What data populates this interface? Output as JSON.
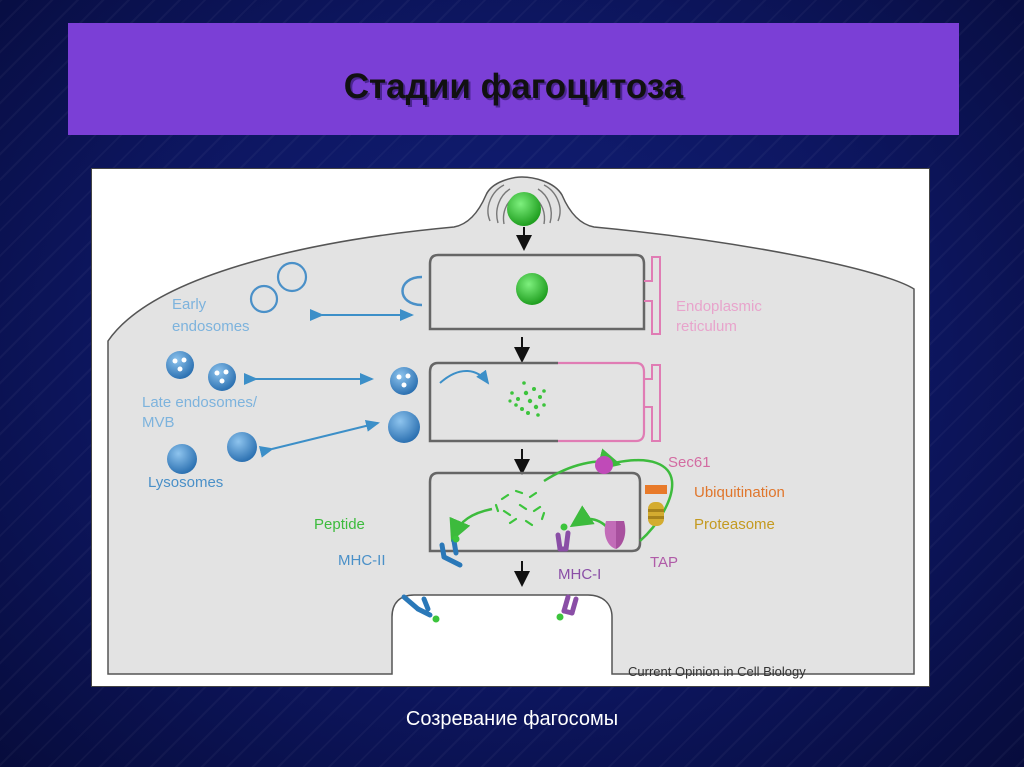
{
  "slide": {
    "title": "Стадии фагоцитоза",
    "caption": "Созревание фагосомы"
  },
  "diagram": {
    "labels": {
      "early_endosomes_1": "Early",
      "early_endosomes_2": "endosomes",
      "er_1": "Endoplasmic",
      "er_2": "reticulum",
      "late_endosomes_1": "Late endosomes/",
      "late_endosomes_2": "MVB",
      "lysosomes": "Lysosomes",
      "sec61": "Sec61",
      "ubiquitination": "Ubiquitination",
      "proteasome": "Proteasome",
      "peptide": "Peptide",
      "mhc_ii": "MHC-II",
      "mhc_i": "MHC-I",
      "tap": "TAP",
      "credit": "Current Opinion in Cell Biology"
    }
  },
  "colors": {
    "title_bar": "#7b3fd6",
    "cell_fill": "#e3e3e3",
    "endosome_blue": "#4a90c8",
    "particle_green": "#3cc43c",
    "er_pink": "#e07cb4",
    "mhc_i_purple": "#8a4ea6",
    "ubiquitination_orange": "#e87a2a",
    "proteasome_gold": "#c9a227",
    "arrow_green": "#3dbb3d"
  }
}
